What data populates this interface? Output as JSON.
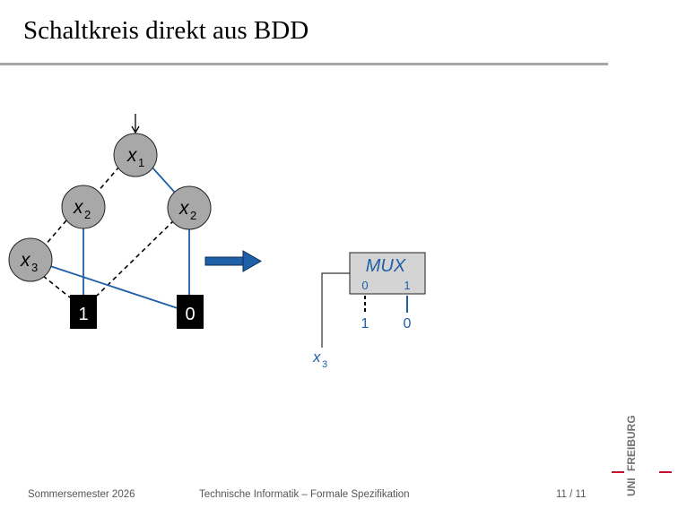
{
  "slide": {
    "title": "Schaltkreis direkt aus BDD"
  },
  "bdd": {
    "nodes": [
      {
        "id": "x1",
        "var": "x",
        "sub": "1"
      },
      {
        "id": "x2a",
        "var": "x",
        "sub": "2"
      },
      {
        "id": "x2b",
        "var": "x",
        "sub": "2"
      },
      {
        "id": "x3",
        "var": "x",
        "sub": "3"
      }
    ],
    "terminals": [
      {
        "id": "t1",
        "label": "1"
      },
      {
        "id": "t0",
        "label": "0"
      }
    ]
  },
  "mux": {
    "label": "MUX",
    "input0": "0",
    "input1": "1",
    "value0": "1",
    "value1": "0",
    "select_var": "x",
    "select_sub": "3"
  },
  "footer": {
    "left": "Sommersemester 2026",
    "center": "Technische Informatik – Formale Spezifikation",
    "page": "11 / 11"
  },
  "logo": {
    "line1": "UNI",
    "line2": "FREIBURG"
  },
  "colors": {
    "blue": "#1f5fa8",
    "node_fill": "#a8a8a8",
    "terminal_fill": "#000000"
  }
}
